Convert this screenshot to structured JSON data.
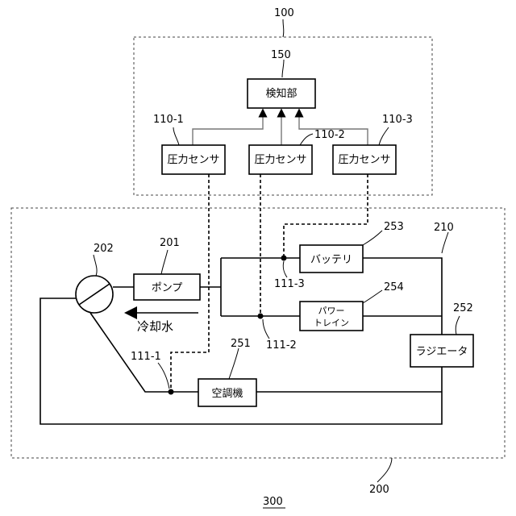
{
  "refs": {
    "system": "100",
    "detector": "150",
    "sensor_1": "110-1",
    "sensor_2": "110-2",
    "sensor_3": "110-3",
    "circuit": "200",
    "pump": "201",
    "valve": "202",
    "path": "210",
    "aircon": "251",
    "radiator": "252",
    "battery": "253",
    "powertrain": "254",
    "point_1": "111-1",
    "point_2": "111-2",
    "point_3": "111-3",
    "figure": "300"
  },
  "blocks": {
    "detector": "検知部",
    "sensor": "圧力センサ",
    "pump": "ポンプ",
    "battery": "バッテリ",
    "powertrain_line1": "パワー",
    "powertrain_line2": "トレイン",
    "radiator": "ラジエータ",
    "aircon": "空調機"
  },
  "flow_label": "冷却水"
}
